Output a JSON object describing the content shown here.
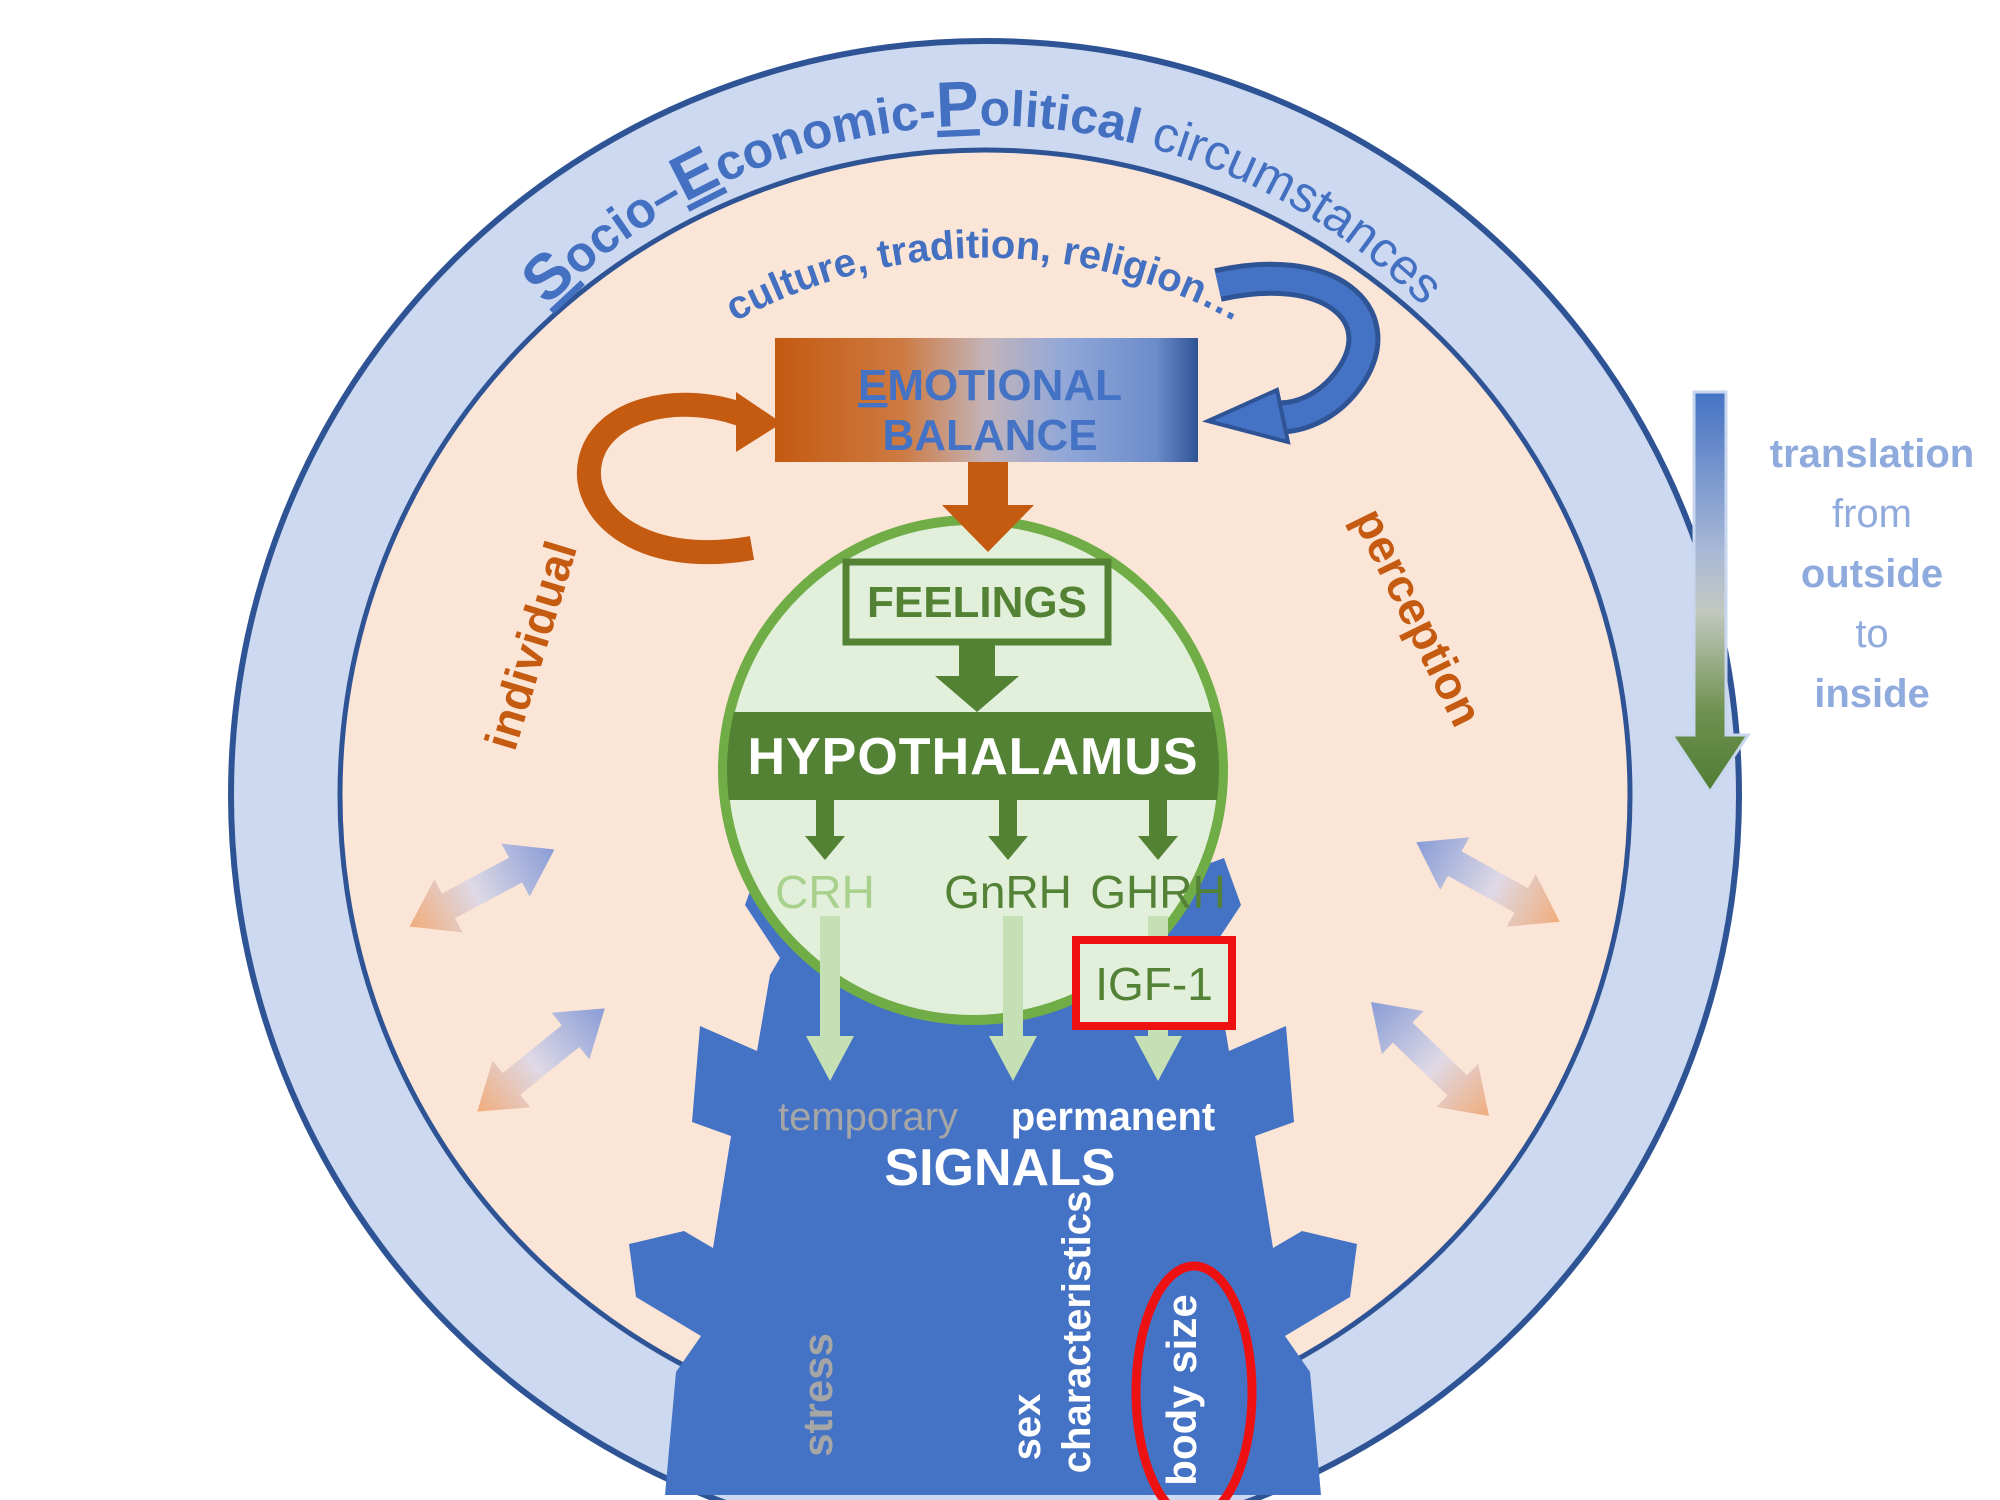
{
  "title": {
    "seg1": "S",
    "seg2": "ocio–",
    "seg3": "E",
    "seg4": "conomic-",
    "seg5": "P",
    "seg6": "olitical",
    "seg7": " circumstances"
  },
  "rings": {
    "culture_label": "culture, tradition, religion…",
    "individual_label": "individual",
    "perception_label": "perception"
  },
  "emotional_balance": {
    "word1_initial": "E",
    "word1_rest": "MOTIONAL",
    "word2": "BALANCE"
  },
  "feelings": {
    "label": "FEELINGS"
  },
  "hypothalamus": {
    "label": "HYPOTHALAMUS"
  },
  "hormones": {
    "crh": "CRH",
    "gnrh": "GnRH",
    "ghrh": "GHRH",
    "igf1": "IGF-1"
  },
  "signals": {
    "temporary": "temporary",
    "permanent": "permanent",
    "title": "SIGNALS",
    "stress": "stress",
    "sex": "sex",
    "characteristics": "characteristics",
    "body_size": "body size"
  },
  "translation": {
    "line1": "translation",
    "line2": "from",
    "line3": "outside",
    "line4": "to",
    "line5": "inside"
  },
  "colors": {
    "outer_ring": "#ccd9f0",
    "inner_ring": "#fbe5d6",
    "ring_border": "#2f5496",
    "green_fill": "#e2efda",
    "green_border": "#70ad47",
    "dark_green": "#548235",
    "blue": "#4472c4",
    "orange": "#c55a11",
    "red": "#ee1111",
    "light_green_arrow": "#c5e0b4",
    "crh_light": "#a9d18e",
    "gray": "#a6a6a6",
    "periwinkle": "#8faadc"
  }
}
